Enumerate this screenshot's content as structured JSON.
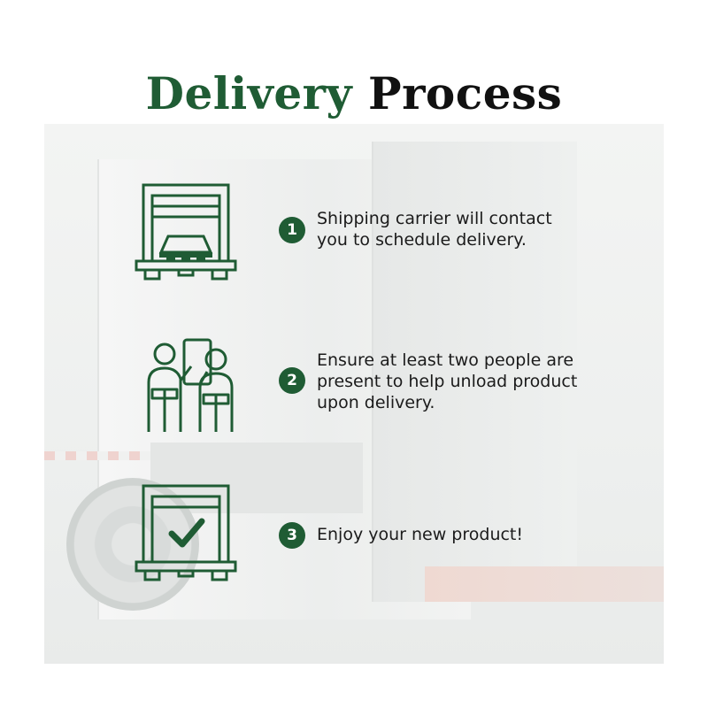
{
  "title": {
    "word1": "Delivery",
    "word2": "Process"
  },
  "colors": {
    "brand_green": "#1f5c34",
    "text_dark": "#111111"
  },
  "steps": [
    {
      "number": "1",
      "text": "Shipping carrier will contact\nyou to schedule delivery.",
      "icon": "truck-dock-pallet-icon"
    },
    {
      "number": "2",
      "text": "Ensure at least two people are\npresent to help unload product\nupon delivery.",
      "icon": "two-movers-icon"
    },
    {
      "number": "3",
      "text": "Enjoy your new product!",
      "icon": "dock-checkmark-icon"
    }
  ]
}
